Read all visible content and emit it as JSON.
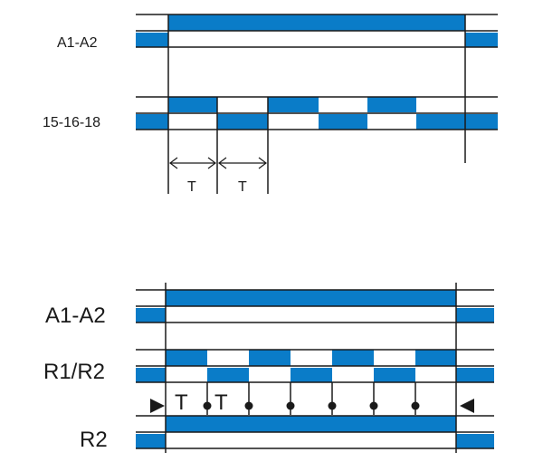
{
  "colors": {
    "blue": "#0a7cc8",
    "line": "#1a1a1a",
    "background": "#ffffff"
  },
  "top_diagram": {
    "labels": {
      "supply": "A1-A2",
      "contacts": "15-16-18"
    },
    "interval_labels": [
      "T",
      "T"
    ]
  },
  "bottom_diagram": {
    "labels": {
      "supply": "A1-A2",
      "relays": "R1/R2",
      "r2": "R2"
    },
    "interval_labels": [
      "T",
      "T"
    ],
    "markers": [
      "start-triangle",
      "end-triangle"
    ]
  }
}
